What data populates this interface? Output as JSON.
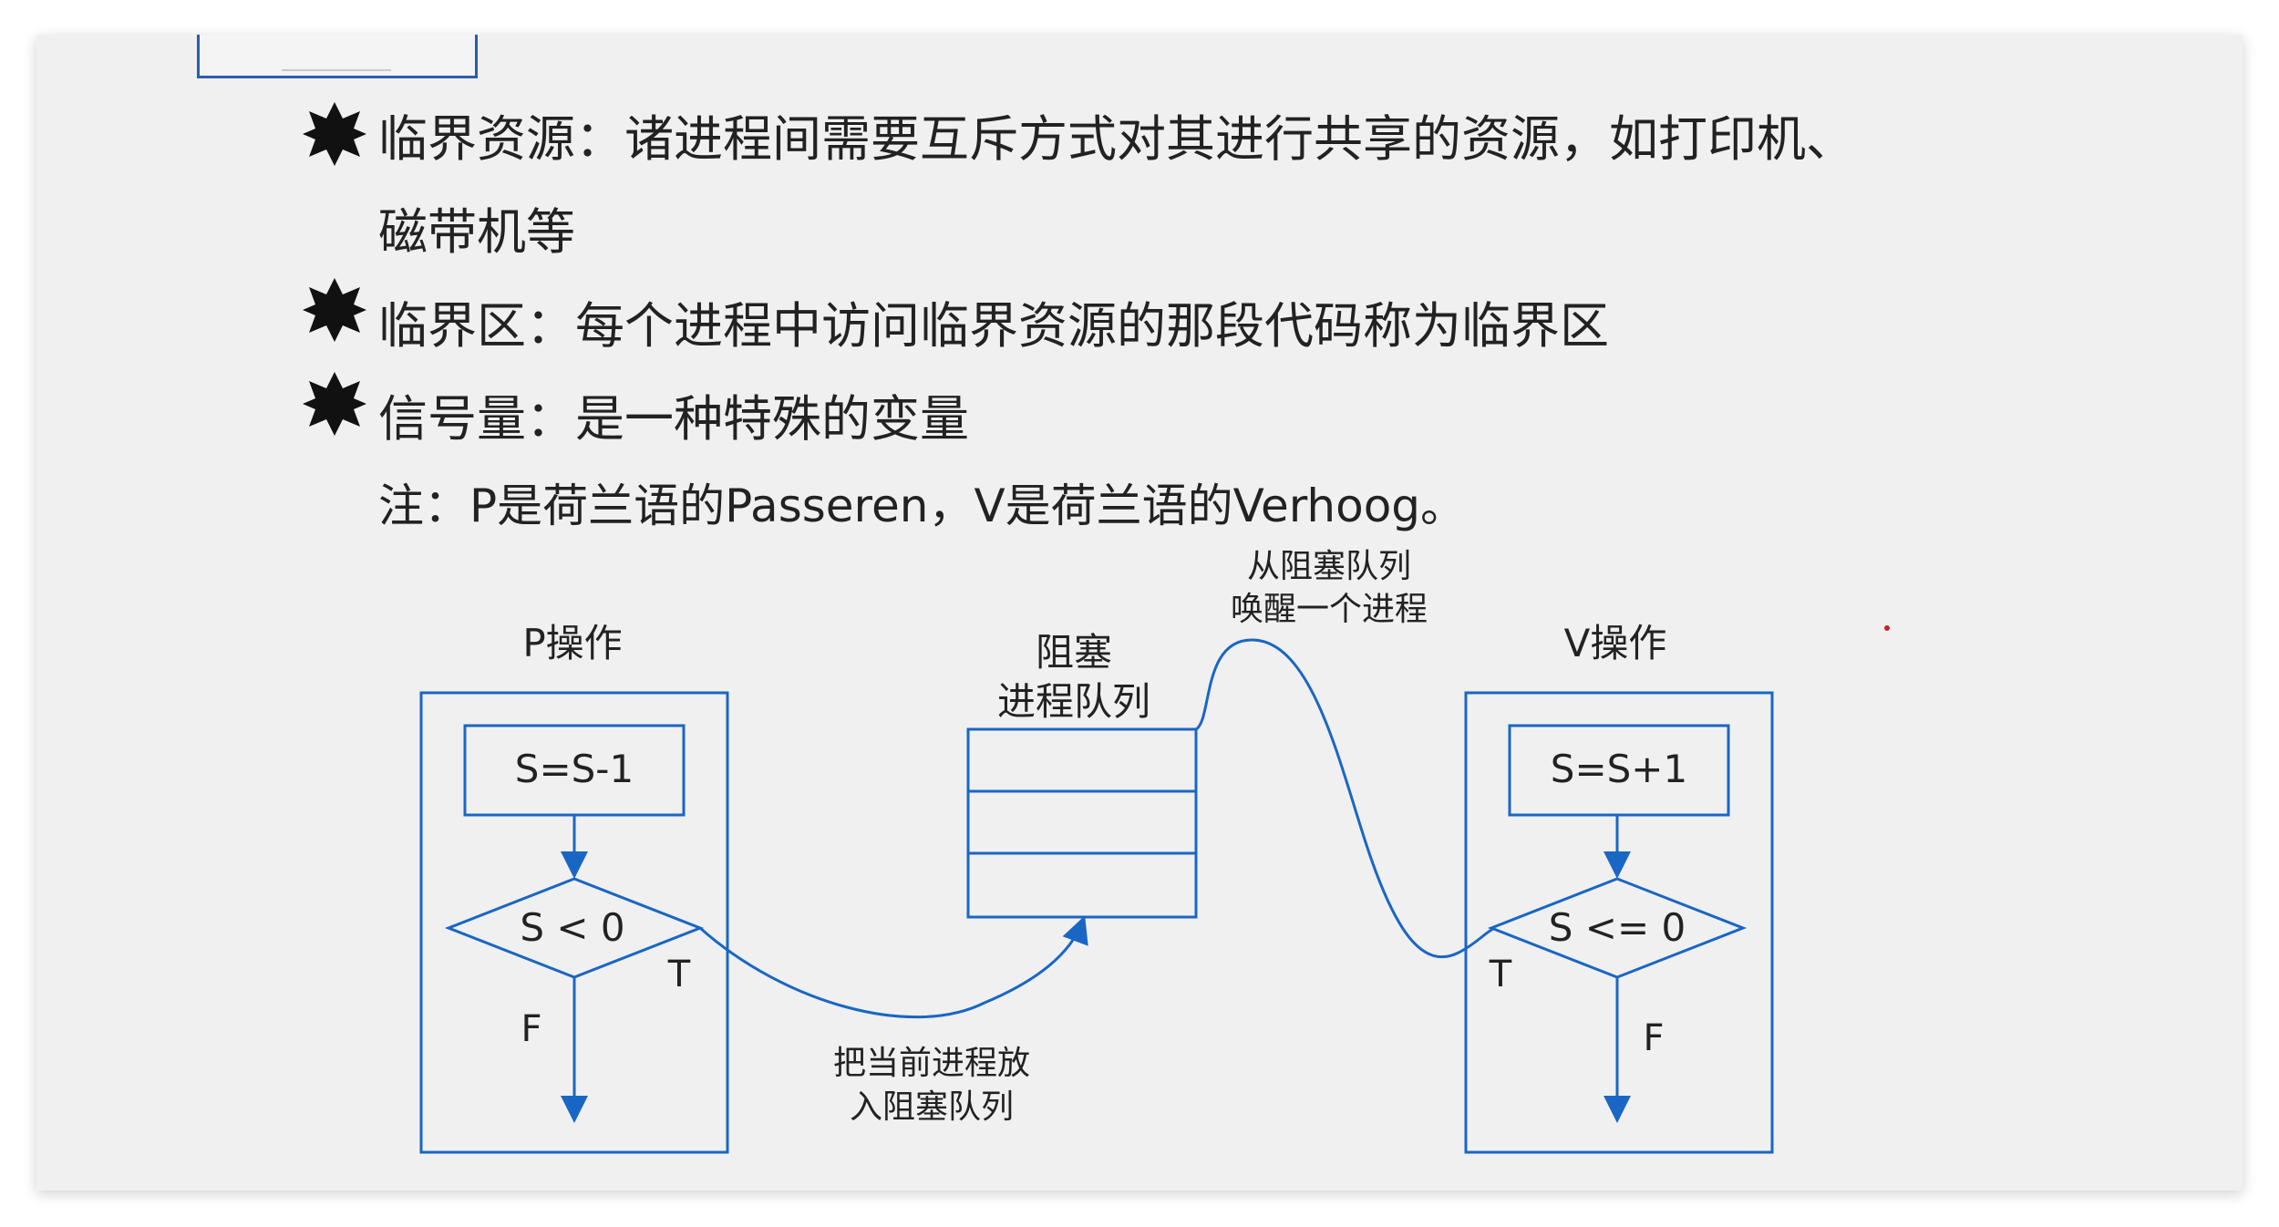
{
  "bullets": [
    {
      "line1": "临界资源：诸进程间需要互斥方式对其进行共享的资源，如打印机、",
      "line2": "磁带机等"
    },
    {
      "line1": "临界区：每个进程中访问临界资源的那段代码称为临界区"
    },
    {
      "line1": "信号量：是一种特殊的变量"
    }
  ],
  "note": "注：P是荷兰语的Passeren，V是荷兰语的Verhoog。",
  "diagram": {
    "p_title": "P操作",
    "p_step": "S=S-1",
    "p_condition": "S < 0",
    "p_true": "T",
    "p_false": "F",
    "queue_title_1": "阻塞",
    "queue_title_2": "进程队列",
    "enqueue_label_1": "把当前进程放",
    "enqueue_label_2": "入阻塞队列",
    "wakeup_label_1": "从阻塞队列",
    "wakeup_label_2": "唤醒一个进程",
    "v_title": "V操作",
    "v_step": "S=S+1",
    "v_condition": "S <= 0",
    "v_true": "T",
    "v_false": "F"
  },
  "colors": {
    "line": "#1a66c4",
    "text": "#222222",
    "slide_bg": "#f0f0f0"
  }
}
